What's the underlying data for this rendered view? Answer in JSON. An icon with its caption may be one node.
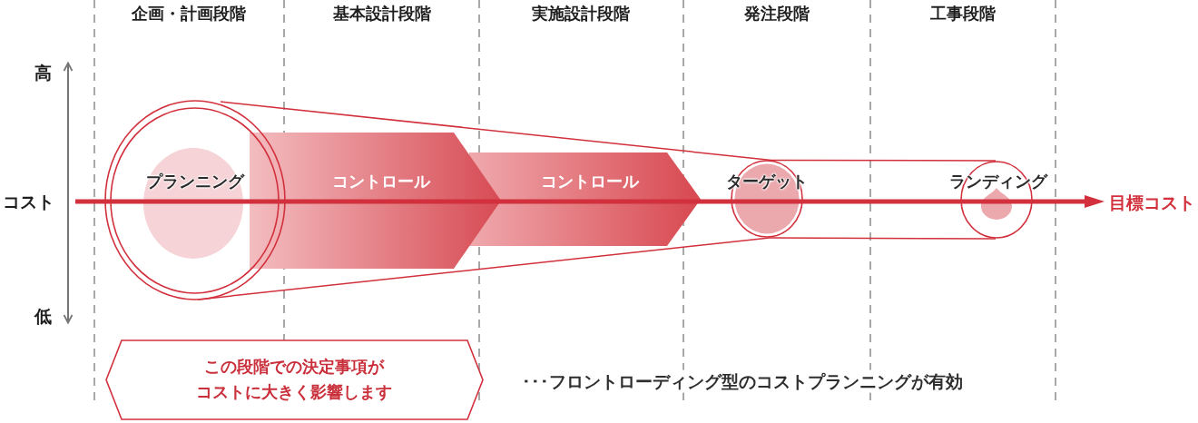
{
  "diagram": {
    "nodes": [
      {
        "text": [
          "プランニング"
        ]
      },
      {
        "text": [
          "コントロール"
        ]
      },
      {
        "text": [
          "コントロール"
        ]
      },
      {
        "text": [
          "ターゲット"
        ]
      },
      {
        "text": [
          "ランディング"
        ]
      },
      {
        "text": [
          "目標コスト"
        ]
      },
      {
        "text": [
          "この段階での決定事項がコストに大きく影響します"
        ]
      }
    ],
    "edges": [
      {
        "from": 0,
        "to": 3,
        "arrow": "none"
      },
      {
        "from": 0,
        "to": 3,
        "arrow": "none"
      },
      {
        "from": 3,
        "to": 4,
        "arrow": "none"
      },
      {
        "from": 3,
        "to": 4,
        "arrow": "none"
      },
      {
        "from": null,
        "to": 5,
        "arrow": "to",
        "style": "thick"
      }
    ],
    "labels": [
      "企画・計画段階",
      "基本設計段階",
      "実施設計段階",
      "発注段階",
      "工事段階",
      "高",
      "コスト",
      "低",
      "･･･フロントローディング型のコストプランニングが有効"
    ]
  }
}
